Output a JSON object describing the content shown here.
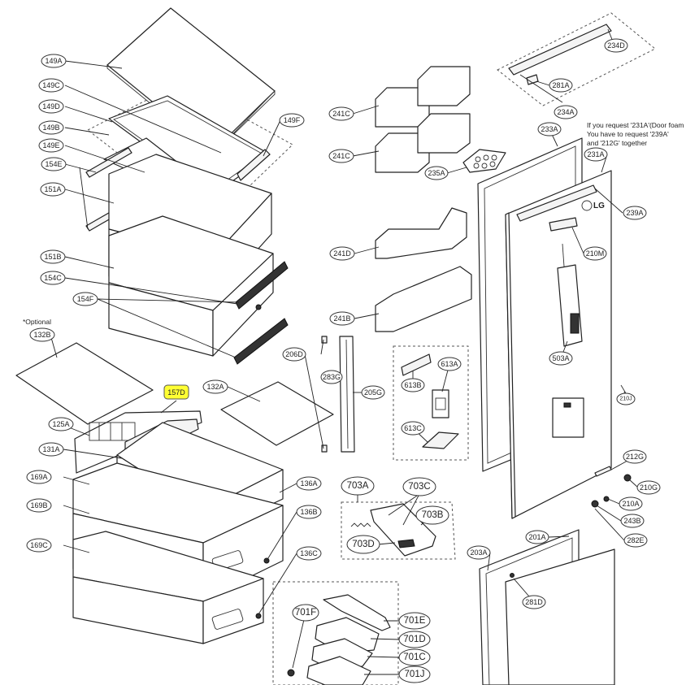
{
  "diagram": {
    "note_optional": "*Optional",
    "note_request": {
      "line1": "If you request '231A'(Door foam",
      "line2": "You have to request '239A'",
      "line3": "and '212G' together"
    },
    "logo_text": "LG",
    "highlight_color": "#ffff33",
    "labels": {
      "149A": "149A",
      "149C": "149C",
      "149D": "149D",
      "149B": "149B",
      "149E": "149E",
      "149F": "149F",
      "154E": "154E",
      "151A": "151A",
      "151B": "151B",
      "154C": "154C",
      "154F": "154F",
      "132B": "132B",
      "157D": "157D",
      "132A": "132A",
      "125A": "125A",
      "131A": "131A",
      "169A": "169A",
      "169B": "169B",
      "169C": "169C",
      "136A": "136A",
      "136B": "136B",
      "136C": "136C",
      "206D": "206D",
      "283G": "283G",
      "205G": "205G",
      "241C_a": "241C",
      "241C_b": "241C",
      "235A": "235A",
      "241D": "241D",
      "241B": "241B",
      "613B": "613B",
      "613A": "613A",
      "613C": "613C",
      "703A": "703A",
      "703C": "703C",
      "703B": "703B",
      "703D": "703D",
      "701F": "701F",
      "701E": "701E",
      "701D": "701D",
      "701C": "701C",
      "701J": "701J",
      "234D": "234D",
      "281A": "281A",
      "234A": "234A",
      "233A": "233A",
      "231A": "231A",
      "239A": "239A",
      "210M": "210M",
      "503A": "503A",
      "210J": "210J",
      "212G": "212G",
      "210G": "210G",
      "210A": "210A",
      "243B": "243B",
      "282E": "282E",
      "201A": "201A",
      "203A": "203A",
      "281D": "281D"
    }
  }
}
